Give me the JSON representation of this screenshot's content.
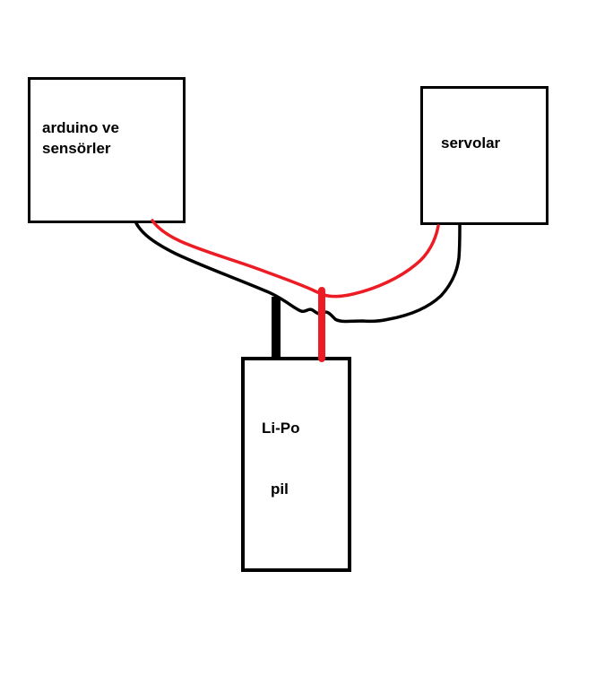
{
  "diagram": {
    "background_color": "#ffffff",
    "outline_color": "#000000",
    "boxes": {
      "arduino": {
        "label_line1": "arduino ve",
        "label_line2": "sensörler"
      },
      "servos": {
        "label": "servolar"
      },
      "battery": {
        "label_line1": "Li-Po",
        "label_line2": "pil"
      }
    },
    "wires": {
      "positive": {
        "color": "#ed1c24"
      },
      "negative": {
        "color": "#000000"
      }
    }
  }
}
